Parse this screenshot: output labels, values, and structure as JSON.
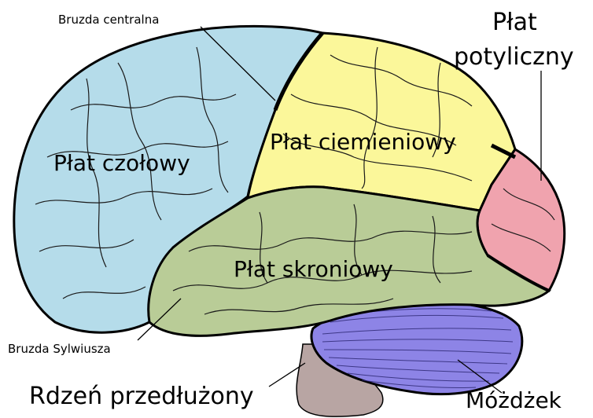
{
  "labels": {
    "central_sulcus": "Bruzda centralna",
    "occipital_lobe_line1": "Płat",
    "occipital_lobe_line2": "potyliczny",
    "parietal_lobe": "Płat ciemieniowy",
    "frontal_lobe": "Płat czołowy",
    "temporal_lobe": "Płat skroniowy",
    "sylvian_fissure": "Bruzda Sylwiusza",
    "medulla": "Rdzeń przedłużony",
    "cerebellum": "Móżdżek"
  },
  "colors": {
    "frontal": "#b5dcea",
    "parietal": "#fbf79a",
    "occipital": "#f0a3ae",
    "temporal": "#b9cc97",
    "cerebellum": "#8d84e6",
    "brainstem": "#b8a5a3",
    "outline": "#000000"
  }
}
